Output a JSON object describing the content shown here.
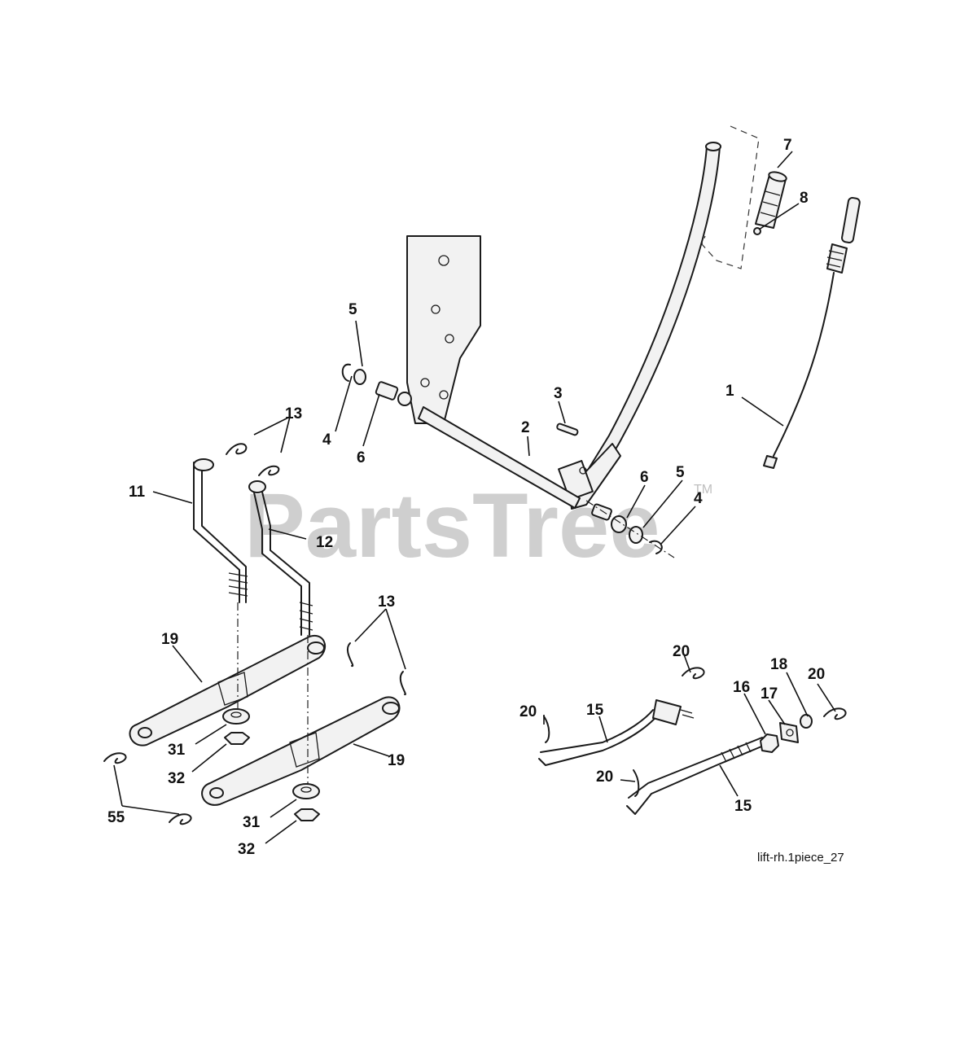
{
  "watermark": {
    "text": "PartsTree",
    "trademark": "TM"
  },
  "caption": "lift-rh.1piece_27",
  "callouts": {
    "c1": "1",
    "c2": "2",
    "c3": "3",
    "c4a": "4",
    "c4b": "4",
    "c5a": "5",
    "c5b": "5",
    "c6a": "6",
    "c6b": "6",
    "c7": "7",
    "c8": "8",
    "c11": "11",
    "c12": "12",
    "c13a": "13",
    "c13b": "13",
    "c15a": "15",
    "c15b": "15",
    "c16": "16",
    "c17": "17",
    "c18": "18",
    "c19a": "19",
    "c19b": "19",
    "c20a": "20",
    "c20b": "20",
    "c20c": "20",
    "c20d": "20",
    "c31a": "31",
    "c31b": "31",
    "c32a": "32",
    "c32b": "32",
    "c55": "55"
  }
}
